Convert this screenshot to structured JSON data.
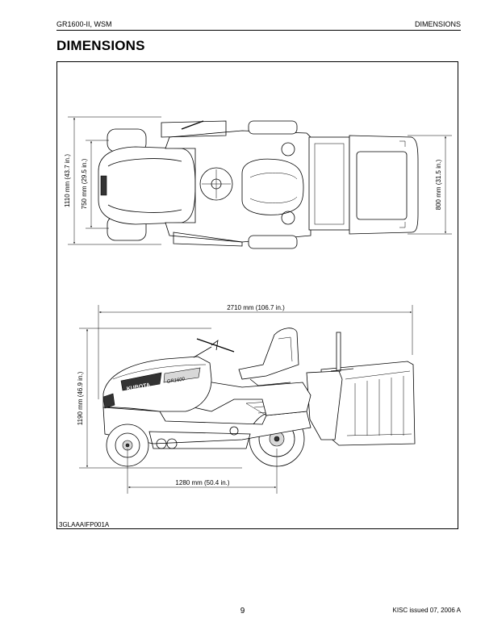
{
  "header": {
    "doc_title": "GR1600-II, WSM",
    "section": "DIMENSIONS"
  },
  "page_title": "DIMENSIONS",
  "figure": {
    "code": "3GLAAAIFP001A",
    "dimensions": {
      "overall_width": "1110 mm (43.7 in.)",
      "tread_width": "750 mm (29.5 in.)",
      "grass_catcher_width": "800 mm (31.5 in.)",
      "overall_length": "2710 mm (106.7 in.)",
      "overall_height": "1190 mm (46.9 in.)",
      "wheelbase": "1280 mm (50.4 in.)"
    },
    "brand_decals": {
      "brand": "KUBOTA",
      "model": "GR1600"
    }
  },
  "footer": {
    "page_number": "9",
    "issued": "KISC issued 07, 2006 A"
  }
}
